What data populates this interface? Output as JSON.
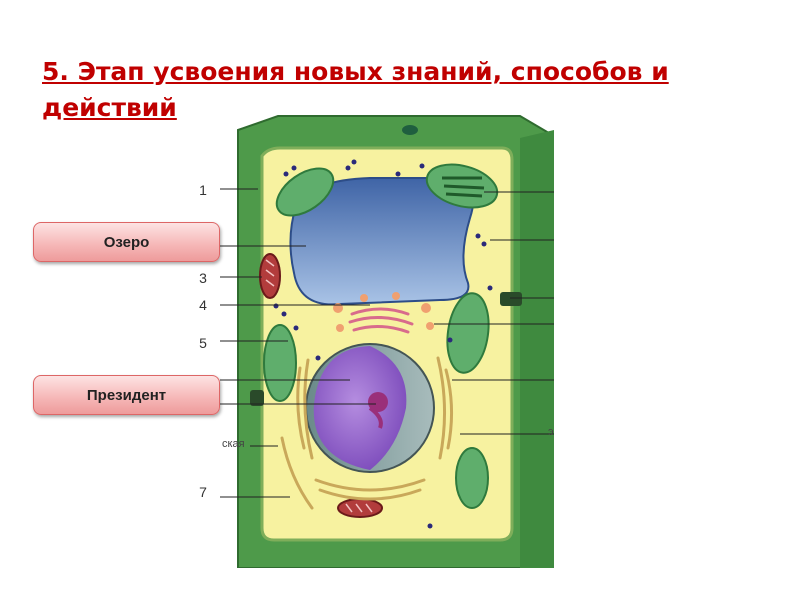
{
  "slide": {
    "title": "5. Этап усвоения новых знаний, способов и действий"
  },
  "labels": {
    "n1": "1",
    "n3": "3",
    "n4": "4",
    "n5": "5",
    "n7": "7",
    "partial_left": "ская",
    "partial_right": "э"
  },
  "buttons": {
    "lake": "Озеро",
    "president": "Президент"
  },
  "colors": {
    "title": "#c00000",
    "cell_wall": "#4e9a4a",
    "cytoplasm": "#f7f2a0",
    "vacuole": "#5b80b8",
    "nucleus": "#8d5cc9",
    "chloroplast": "#58a868"
  }
}
